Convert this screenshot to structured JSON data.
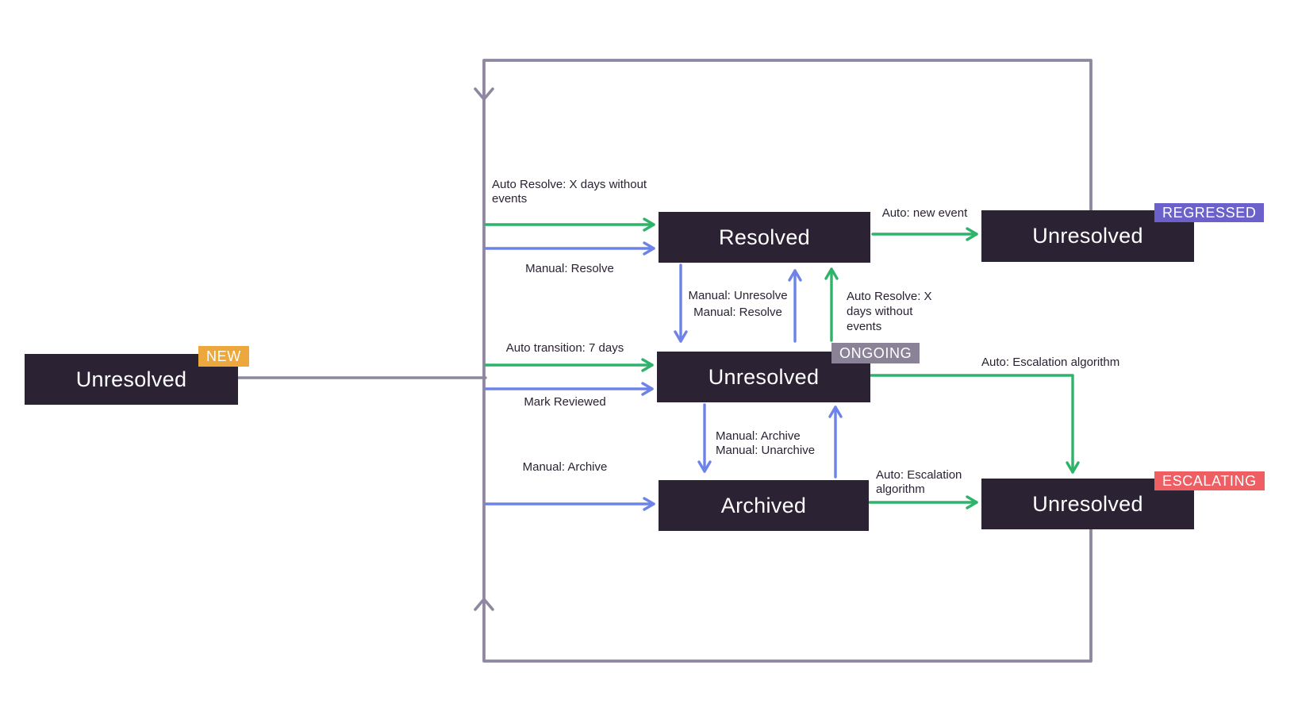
{
  "diagram": {
    "nodes": {
      "new_unresolved": {
        "label": "Unresolved",
        "badge": "NEW"
      },
      "resolved": {
        "label": "Resolved"
      },
      "regressed_unresolved": {
        "label": "Unresolved",
        "badge": "REGRESSED"
      },
      "ongoing_unresolved": {
        "label": "Unresolved",
        "badge": "ONGOING"
      },
      "archived": {
        "label": "Archived"
      },
      "escalating_unresolved": {
        "label": "Unresolved",
        "badge": "ESCALATING"
      }
    },
    "edge_labels": {
      "auto_resolve_top": "Auto Resolve: X days without events",
      "manual_resolve_top": "Manual: Resolve",
      "auto_new_event": "Auto: new event",
      "manual_unresolve": "Manual: Unresolve",
      "manual_resolve_mid": "Manual: Resolve",
      "auto_resolve_mid": "Auto Resolve: X days without events",
      "auto_transition": "Auto transition: 7 days",
      "mark_reviewed": "Mark Reviewed",
      "auto_escalation_right": "Auto: Escalation algorithm",
      "manual_archive_mid": "Manual: Archive",
      "manual_unarchive": "Manual: Unarchive",
      "manual_archive_bottom": "Manual: Archive",
      "auto_escalation_bottom": "Auto: Escalation algorithm"
    },
    "colors": {
      "background": "#ffffff",
      "node_bg": "#2b2233",
      "node_text": "#ffffff",
      "label_text": "#2b2233",
      "green": "#2fb36b",
      "blue": "#6d83e8",
      "loop": "#8f87a0",
      "badge_new": "#eda83d",
      "badge_regressed": "#6c60ca",
      "badge_ongoing": "#8a8397",
      "badge_escalating": "#ee5f64"
    }
  }
}
